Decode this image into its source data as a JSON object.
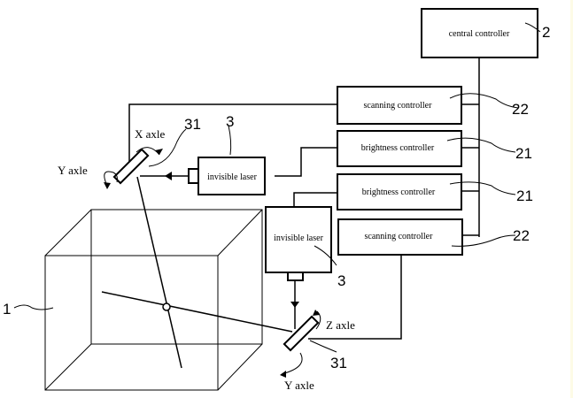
{
  "diagram": {
    "blocks": {
      "central_controller": "central controller",
      "scanning_controller_top": "scanning controller",
      "brightness_controller_top": "brightness controller",
      "brightness_controller_bottom": "brightness controller",
      "scanning_controller_bottom": "scanning controller",
      "invisible_laser_top": "invisible laser",
      "invisible_laser_bottom": "invisible laser"
    },
    "axis_labels": {
      "x_axle": "X axle",
      "y_axle_top": "Y axle",
      "z_axle": "Z axle",
      "y_axle_bottom": "Y axle"
    },
    "reference_numerals": {
      "display_volume": "1",
      "central_controller": "2",
      "scanning_controller_top": "22",
      "brightness_controller_top": "21",
      "brightness_controller_bottom": "21",
      "scanning_controller_bottom": "22",
      "laser_top": "3",
      "laser_bottom": "3",
      "mirror_top": "31",
      "mirror_bottom": "31"
    }
  }
}
